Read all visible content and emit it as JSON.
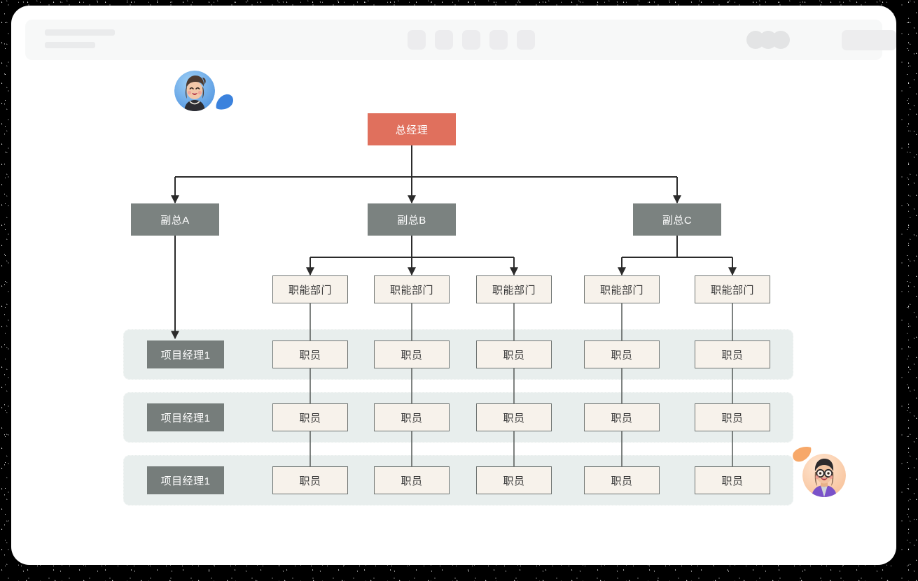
{
  "window": {
    "title": "org-chart-window"
  },
  "toolbar": {
    "skeleton_title": "",
    "skeleton_subtitle": "",
    "tool_icons": [
      "tool-1-icon",
      "tool-2-icon",
      "tool-3-icon",
      "tool-4-icon",
      "tool-5-icon"
    ],
    "presence_dots": [
      "presence-avatar-1",
      "presence-avatar-2",
      "presence-avatar-3"
    ],
    "share_button_label": ""
  },
  "colors": {
    "ceo": "#e0705d",
    "vp": "#7b8280",
    "pm": "#767d7b",
    "dept": "#f7f2eb",
    "staff": "#f7f2eb",
    "node_border": "#6f7472",
    "band": "#e8eeed",
    "edge": "#2b2b2b",
    "cursor_blue": "#3b82dd",
    "cursor_peach": "#f7a869"
  },
  "chart_data": {
    "type": "diagram",
    "diagram_kind": "organization-chart",
    "title": "",
    "nodes": [
      {
        "id": "ceo",
        "label": "总经理",
        "level": 0,
        "style": "ceo"
      },
      {
        "id": "vpA",
        "label": "副总A",
        "level": 1,
        "style": "vp"
      },
      {
        "id": "vpB",
        "label": "副总B",
        "level": 1,
        "style": "vp"
      },
      {
        "id": "vpC",
        "label": "副总C",
        "level": 1,
        "style": "vp"
      },
      {
        "id": "d1",
        "label": "职能部门",
        "level": 2,
        "style": "dept"
      },
      {
        "id": "d2",
        "label": "职能部门",
        "level": 2,
        "style": "dept"
      },
      {
        "id": "d3",
        "label": "职能部门",
        "level": 2,
        "style": "dept"
      },
      {
        "id": "d4",
        "label": "职能部门",
        "level": 2,
        "style": "dept"
      },
      {
        "id": "d5",
        "label": "职能部门",
        "level": 2,
        "style": "dept"
      },
      {
        "id": "pm1",
        "label": "项目经理1",
        "level": 3,
        "style": "pm",
        "row": 1
      },
      {
        "id": "pm2",
        "label": "项目经理1",
        "level": 3,
        "style": "pm",
        "row": 2
      },
      {
        "id": "pm3",
        "label": "项目经理1",
        "level": 3,
        "style": "pm",
        "row": 3
      },
      {
        "id": "s1_1",
        "label": "职员",
        "level": 3,
        "style": "staff",
        "row": 1,
        "col": 1
      },
      {
        "id": "s1_2",
        "label": "职员",
        "level": 3,
        "style": "staff",
        "row": 1,
        "col": 2
      },
      {
        "id": "s1_3",
        "label": "职员",
        "level": 3,
        "style": "staff",
        "row": 1,
        "col": 3
      },
      {
        "id": "s1_4",
        "label": "职员",
        "level": 3,
        "style": "staff",
        "row": 1,
        "col": 4
      },
      {
        "id": "s1_5",
        "label": "职员",
        "level": 3,
        "style": "staff",
        "row": 1,
        "col": 5
      },
      {
        "id": "s2_1",
        "label": "职员",
        "level": 3,
        "style": "staff",
        "row": 2,
        "col": 1
      },
      {
        "id": "s2_2",
        "label": "职员",
        "level": 3,
        "style": "staff",
        "row": 2,
        "col": 2
      },
      {
        "id": "s2_3",
        "label": "职员",
        "level": 3,
        "style": "staff",
        "row": 2,
        "col": 3
      },
      {
        "id": "s2_4",
        "label": "职员",
        "level": 3,
        "style": "staff",
        "row": 2,
        "col": 4
      },
      {
        "id": "s2_5",
        "label": "职员",
        "level": 3,
        "style": "staff",
        "row": 2,
        "col": 5
      },
      {
        "id": "s3_1",
        "label": "职员",
        "level": 3,
        "style": "staff",
        "row": 3,
        "col": 1
      },
      {
        "id": "s3_2",
        "label": "职员",
        "level": 3,
        "style": "staff",
        "row": 3,
        "col": 2
      },
      {
        "id": "s3_3",
        "label": "职员",
        "level": 3,
        "style": "staff",
        "row": 3,
        "col": 3
      },
      {
        "id": "s3_4",
        "label": "职员",
        "level": 3,
        "style": "staff",
        "row": 3,
        "col": 4
      },
      {
        "id": "s3_5",
        "label": "职员",
        "level": 3,
        "style": "staff",
        "row": 3,
        "col": 5
      }
    ],
    "edges": [
      {
        "from": "ceo",
        "to": "vpA"
      },
      {
        "from": "ceo",
        "to": "vpB"
      },
      {
        "from": "ceo",
        "to": "vpC"
      },
      {
        "from": "vpA",
        "to": "pm1"
      },
      {
        "from": "vpB",
        "to": "d1"
      },
      {
        "from": "vpB",
        "to": "d2"
      },
      {
        "from": "vpB",
        "to": "d3"
      },
      {
        "from": "vpC",
        "to": "d4"
      },
      {
        "from": "vpC",
        "to": "d5"
      },
      {
        "from": "d1",
        "to": "s1_1"
      },
      {
        "from": "s1_1",
        "to": "s2_1"
      },
      {
        "from": "s2_1",
        "to": "s3_1"
      },
      {
        "from": "d2",
        "to": "s1_2"
      },
      {
        "from": "s1_2",
        "to": "s2_2"
      },
      {
        "from": "s2_2",
        "to": "s3_2"
      },
      {
        "from": "d3",
        "to": "s1_3"
      },
      {
        "from": "s1_3",
        "to": "s2_3"
      },
      {
        "from": "s2_3",
        "to": "s3_3"
      },
      {
        "from": "d4",
        "to": "s1_4"
      },
      {
        "from": "s1_4",
        "to": "s2_4"
      },
      {
        "from": "s2_4",
        "to": "s3_4"
      },
      {
        "from": "d5",
        "to": "s1_5"
      },
      {
        "from": "s1_5",
        "to": "s2_5"
      },
      {
        "from": "s2_5",
        "to": "s3_5"
      }
    ],
    "bands": [
      {
        "id": "band1",
        "label": ""
      },
      {
        "id": "band2",
        "label": ""
      },
      {
        "id": "band3",
        "label": ""
      }
    ]
  },
  "collaborators": [
    {
      "id": "collab-blue",
      "cursor_color": "#3b82dd",
      "label": ""
    },
    {
      "id": "collab-peach",
      "cursor_color": "#f7a869",
      "label": ""
    }
  ]
}
